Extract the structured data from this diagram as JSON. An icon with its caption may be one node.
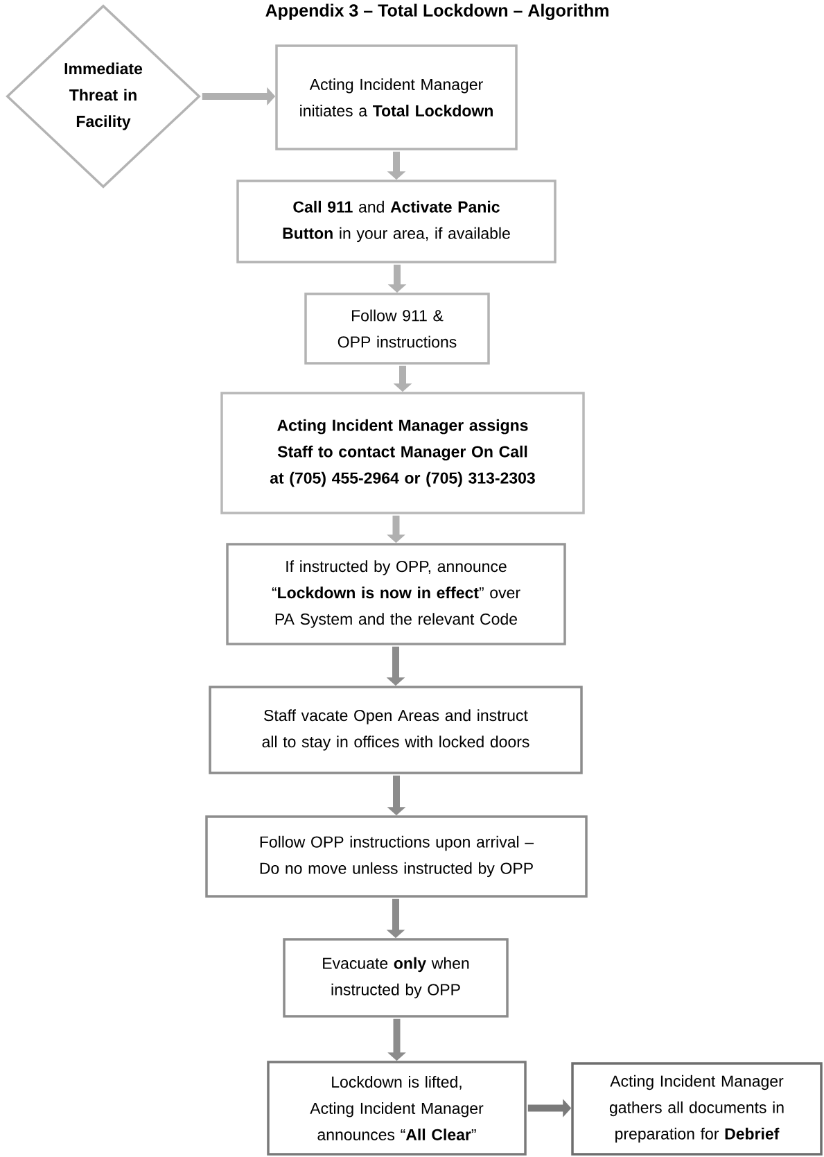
{
  "diagram": {
    "title": "Appendix 3 – Total Lockdown – Algorithm",
    "nodes": [
      {
        "text": [
          "Immediate Threat in Facility"
        ]
      },
      {
        "text": [
          "Acting Incident Manager initiates a **Total Lockdown**"
        ]
      },
      {
        "text": [
          "**Call 911** and **Activate Panic Button** in your area, if available"
        ]
      },
      {
        "text": [
          "Follow 911 & OPP instructions"
        ]
      },
      {
        "text": [
          "Acting Incident Manager assigns Staff to contact Manager On Call at (705) 455-2964 or (705) 313-2303"
        ]
      },
      {
        "text": [
          "If instructed by OPP, announce “**Lockdown is now in effect**” over PA System and the relevant Code"
        ]
      },
      {
        "text": [
          "Staff vacate Open Areas and instruct all to stay in offices with locked doors"
        ]
      },
      {
        "text": [
          "Follow OPP instructions upon arrival – Do no move unless instructed by OPP"
        ]
      },
      {
        "text": [
          "Evacuate **only** when instructed by OPP"
        ]
      },
      {
        "text": [
          "Lockdown is lifted, Acting Incident Manager announces “**All Clear**”"
        ]
      },
      {
        "text": [
          "Acting Incident Manager gathers all documents in preparation for **Debrief**"
        ]
      }
    ],
    "edges": [
      {
        "from": 0,
        "to": 1,
        "arrow": "to"
      },
      {
        "from": 1,
        "to": 2,
        "arrow": "to"
      },
      {
        "from": 2,
        "to": 3,
        "arrow": "to"
      },
      {
        "from": 3,
        "to": 4,
        "arrow": "to"
      },
      {
        "from": 4,
        "to": 5,
        "arrow": "to"
      },
      {
        "from": 5,
        "to": 6,
        "arrow": "to",
        "color": "#8c8c8c"
      },
      {
        "from": 6,
        "to": 7,
        "arrow": "to",
        "color": "#8c8c8c"
      },
      {
        "from": 7,
        "to": 8,
        "arrow": "to",
        "color": "#8c8c8c"
      },
      {
        "from": 8,
        "to": 9,
        "arrow": "to",
        "color": "#8c8c8c"
      },
      {
        "from": 9,
        "to": 10,
        "arrow": "to",
        "color": "#7a7a7a"
      }
    ]
  }
}
